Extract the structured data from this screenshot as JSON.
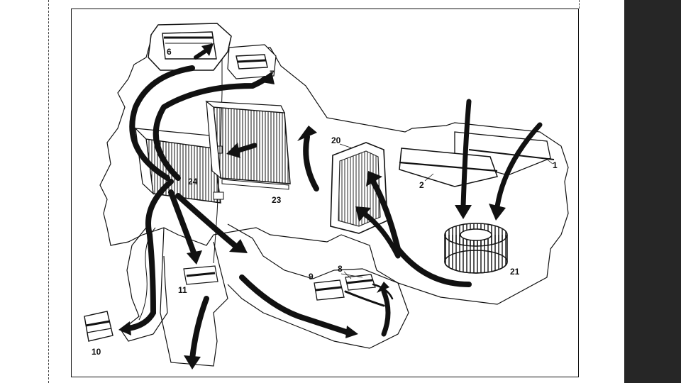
{
  "callouts": {
    "c1": "1",
    "c2": "2",
    "c6": "6",
    "c7": "7",
    "c8": "8",
    "c9": "9",
    "c10": "10",
    "c11": "11",
    "c20": "20",
    "c21": "21",
    "c23": "23",
    "c24": "24"
  },
  "colors": {
    "ink": "#111111",
    "paper": "#ffffff",
    "side_panel": "#262626"
  }
}
